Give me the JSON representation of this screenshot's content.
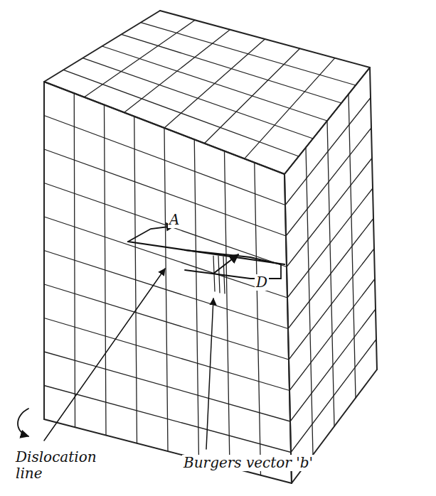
{
  "diagram": {
    "labels": [
      "A",
      "D",
      "Dislocation line",
      "Burgers vector 'b'"
    ]
  }
}
